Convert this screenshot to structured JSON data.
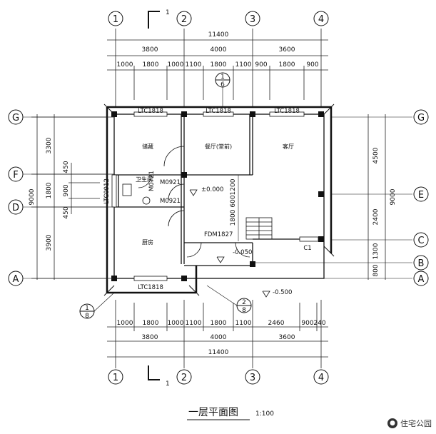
{
  "plan_title": "一层平面图",
  "scale": "1:100",
  "watermark": "住宅公园",
  "section_mark": "1",
  "grid_axes_x": [
    "1",
    "2",
    "3",
    "4"
  ],
  "grid_axes_y": [
    "G",
    "F",
    "D",
    "E",
    "C",
    "B",
    "A"
  ],
  "dims": {
    "total_top": "11400",
    "spans_top": [
      "3800",
      "4000",
      "3600"
    ],
    "sub_top": [
      "1000",
      "1800",
      "1000",
      "1100",
      "1800",
      "1100",
      "900",
      "1800",
      "900"
    ],
    "total_bottom": "11400",
    "spans_bottom": [
      "3800",
      "4000",
      "3600"
    ],
    "sub_bottom": [
      "1000",
      "1800",
      "1000",
      "1100",
      "1800",
      "1100",
      "2460",
      "900",
      "240"
    ],
    "left_outer": "9000",
    "left_parts": [
      "3300",
      "1800",
      "3900"
    ],
    "left_inner": [
      "450",
      "900",
      "450"
    ],
    "right_outer": "9000",
    "right_parts": [
      "4500",
      "2400",
      "1300",
      "800"
    ],
    "mid_vertical": [
      "1200",
      "600",
      "1800"
    ]
  },
  "rooms": {
    "storage": "储藏",
    "dining": "餐厅(堂前)",
    "living": "客厅",
    "bathroom": "卫生间",
    "kitchen": "厨房"
  },
  "openings": {
    "w_top_1": "LTC1818",
    "w_top_2": "LTC1818",
    "w_top_3": "LTC1818",
    "w_bottom": "LTC1818",
    "w_left": "LTC0912",
    "door_1": "M0921",
    "door_2": "M0921",
    "door_3": "M0721",
    "front_door": "FDM1827",
    "c1": "C1"
  },
  "levels": {
    "floor": "±0.000",
    "entry": "-0.050",
    "outside": "-0.500"
  },
  "detail_refs": {
    "ref_top_num": "1",
    "ref_top_den": "6",
    "ref_left_num": "1",
    "ref_left_den": "8",
    "ref_mid_num": "2",
    "ref_mid_den": "8"
  }
}
